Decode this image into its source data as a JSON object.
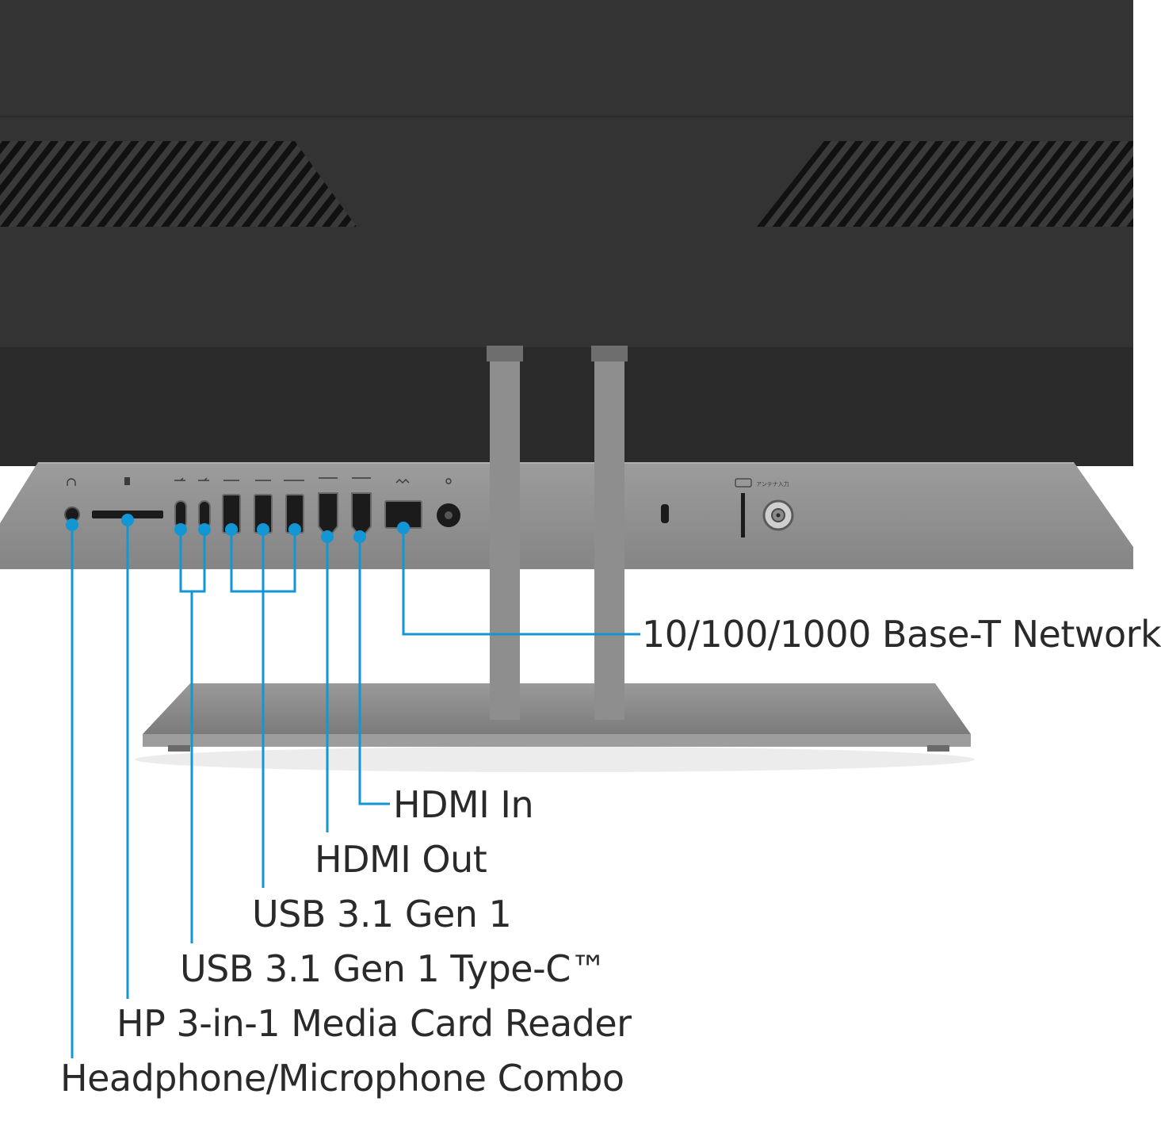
{
  "colors": {
    "accent": "#1296d4",
    "monitor_body": "#333334",
    "monitor_lower": "#2a2a2a",
    "vent": "#111111",
    "port_panel": "#8a8a8a",
    "stand": "#8c8c8c",
    "label_text": "#2a2a2a"
  },
  "port_panel": {
    "antenna_marking": "アンテナ入力",
    "port_icons": [
      "headphone-icon",
      "sd-card-icon",
      "usb-icon",
      "usb-icon",
      "usb-ss-icon",
      "usb-ss-icon",
      "usb-ss-charge-icon",
      "hdmi-out-icon",
      "hdmi-in-icon",
      "network-icon",
      "power-icon"
    ]
  },
  "callouts": {
    "network": "10/100/1000 Base-T Network",
    "hdmi_in": "HDMI In",
    "hdmi_out": "HDMI Out",
    "usb_gen1": "USB 3.1 Gen 1",
    "usb_typec": "USB 3.1 Gen 1 Type-C™",
    "card_reader": "HP 3-in-1 Media Card Reader",
    "headphone": "Headphone/Microphone Combo"
  }
}
